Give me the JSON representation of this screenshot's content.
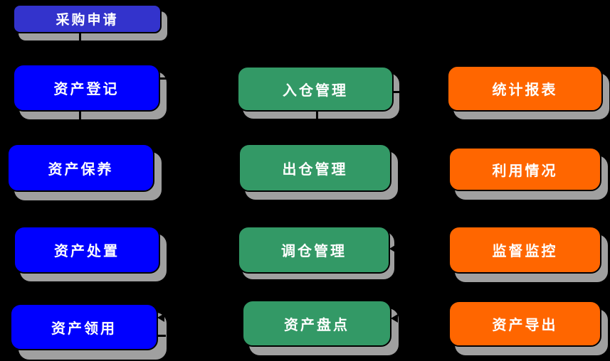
{
  "diagram": {
    "background_color": "#000000",
    "shadow_color": "#A0A0A0",
    "text_color": "#FFFFFF",
    "columns": [
      {
        "name": "asset-lifecycle",
        "accent_color": "#0000FF",
        "boxes": [
          {
            "label": "采购申请",
            "color": "#3333CC"
          },
          {
            "label": "资产登记",
            "color": "#0000FF"
          },
          {
            "label": "资产保养",
            "color": "#0000FF"
          },
          {
            "label": "资产处置",
            "color": "#0000FF"
          },
          {
            "label": "资产领用",
            "color": "#0000FF"
          }
        ]
      },
      {
        "name": "warehouse-management",
        "accent_color": "#339966",
        "boxes": [
          {
            "label": "入仓管理",
            "color": "#339966"
          },
          {
            "label": "出仓管理",
            "color": "#339966"
          },
          {
            "label": "调仓管理",
            "color": "#339966"
          },
          {
            "label": "资产盘点",
            "color": "#339966"
          }
        ]
      },
      {
        "name": "statistics-reporting",
        "accent_color": "#FF6600",
        "boxes": [
          {
            "label": "统计报表",
            "color": "#FF6600"
          },
          {
            "label": "利用情况",
            "color": "#FF6600"
          },
          {
            "label": "监督监控",
            "color": "#FF6600"
          },
          {
            "label": "资产导出",
            "color": "#FF6600"
          }
        ]
      }
    ]
  }
}
